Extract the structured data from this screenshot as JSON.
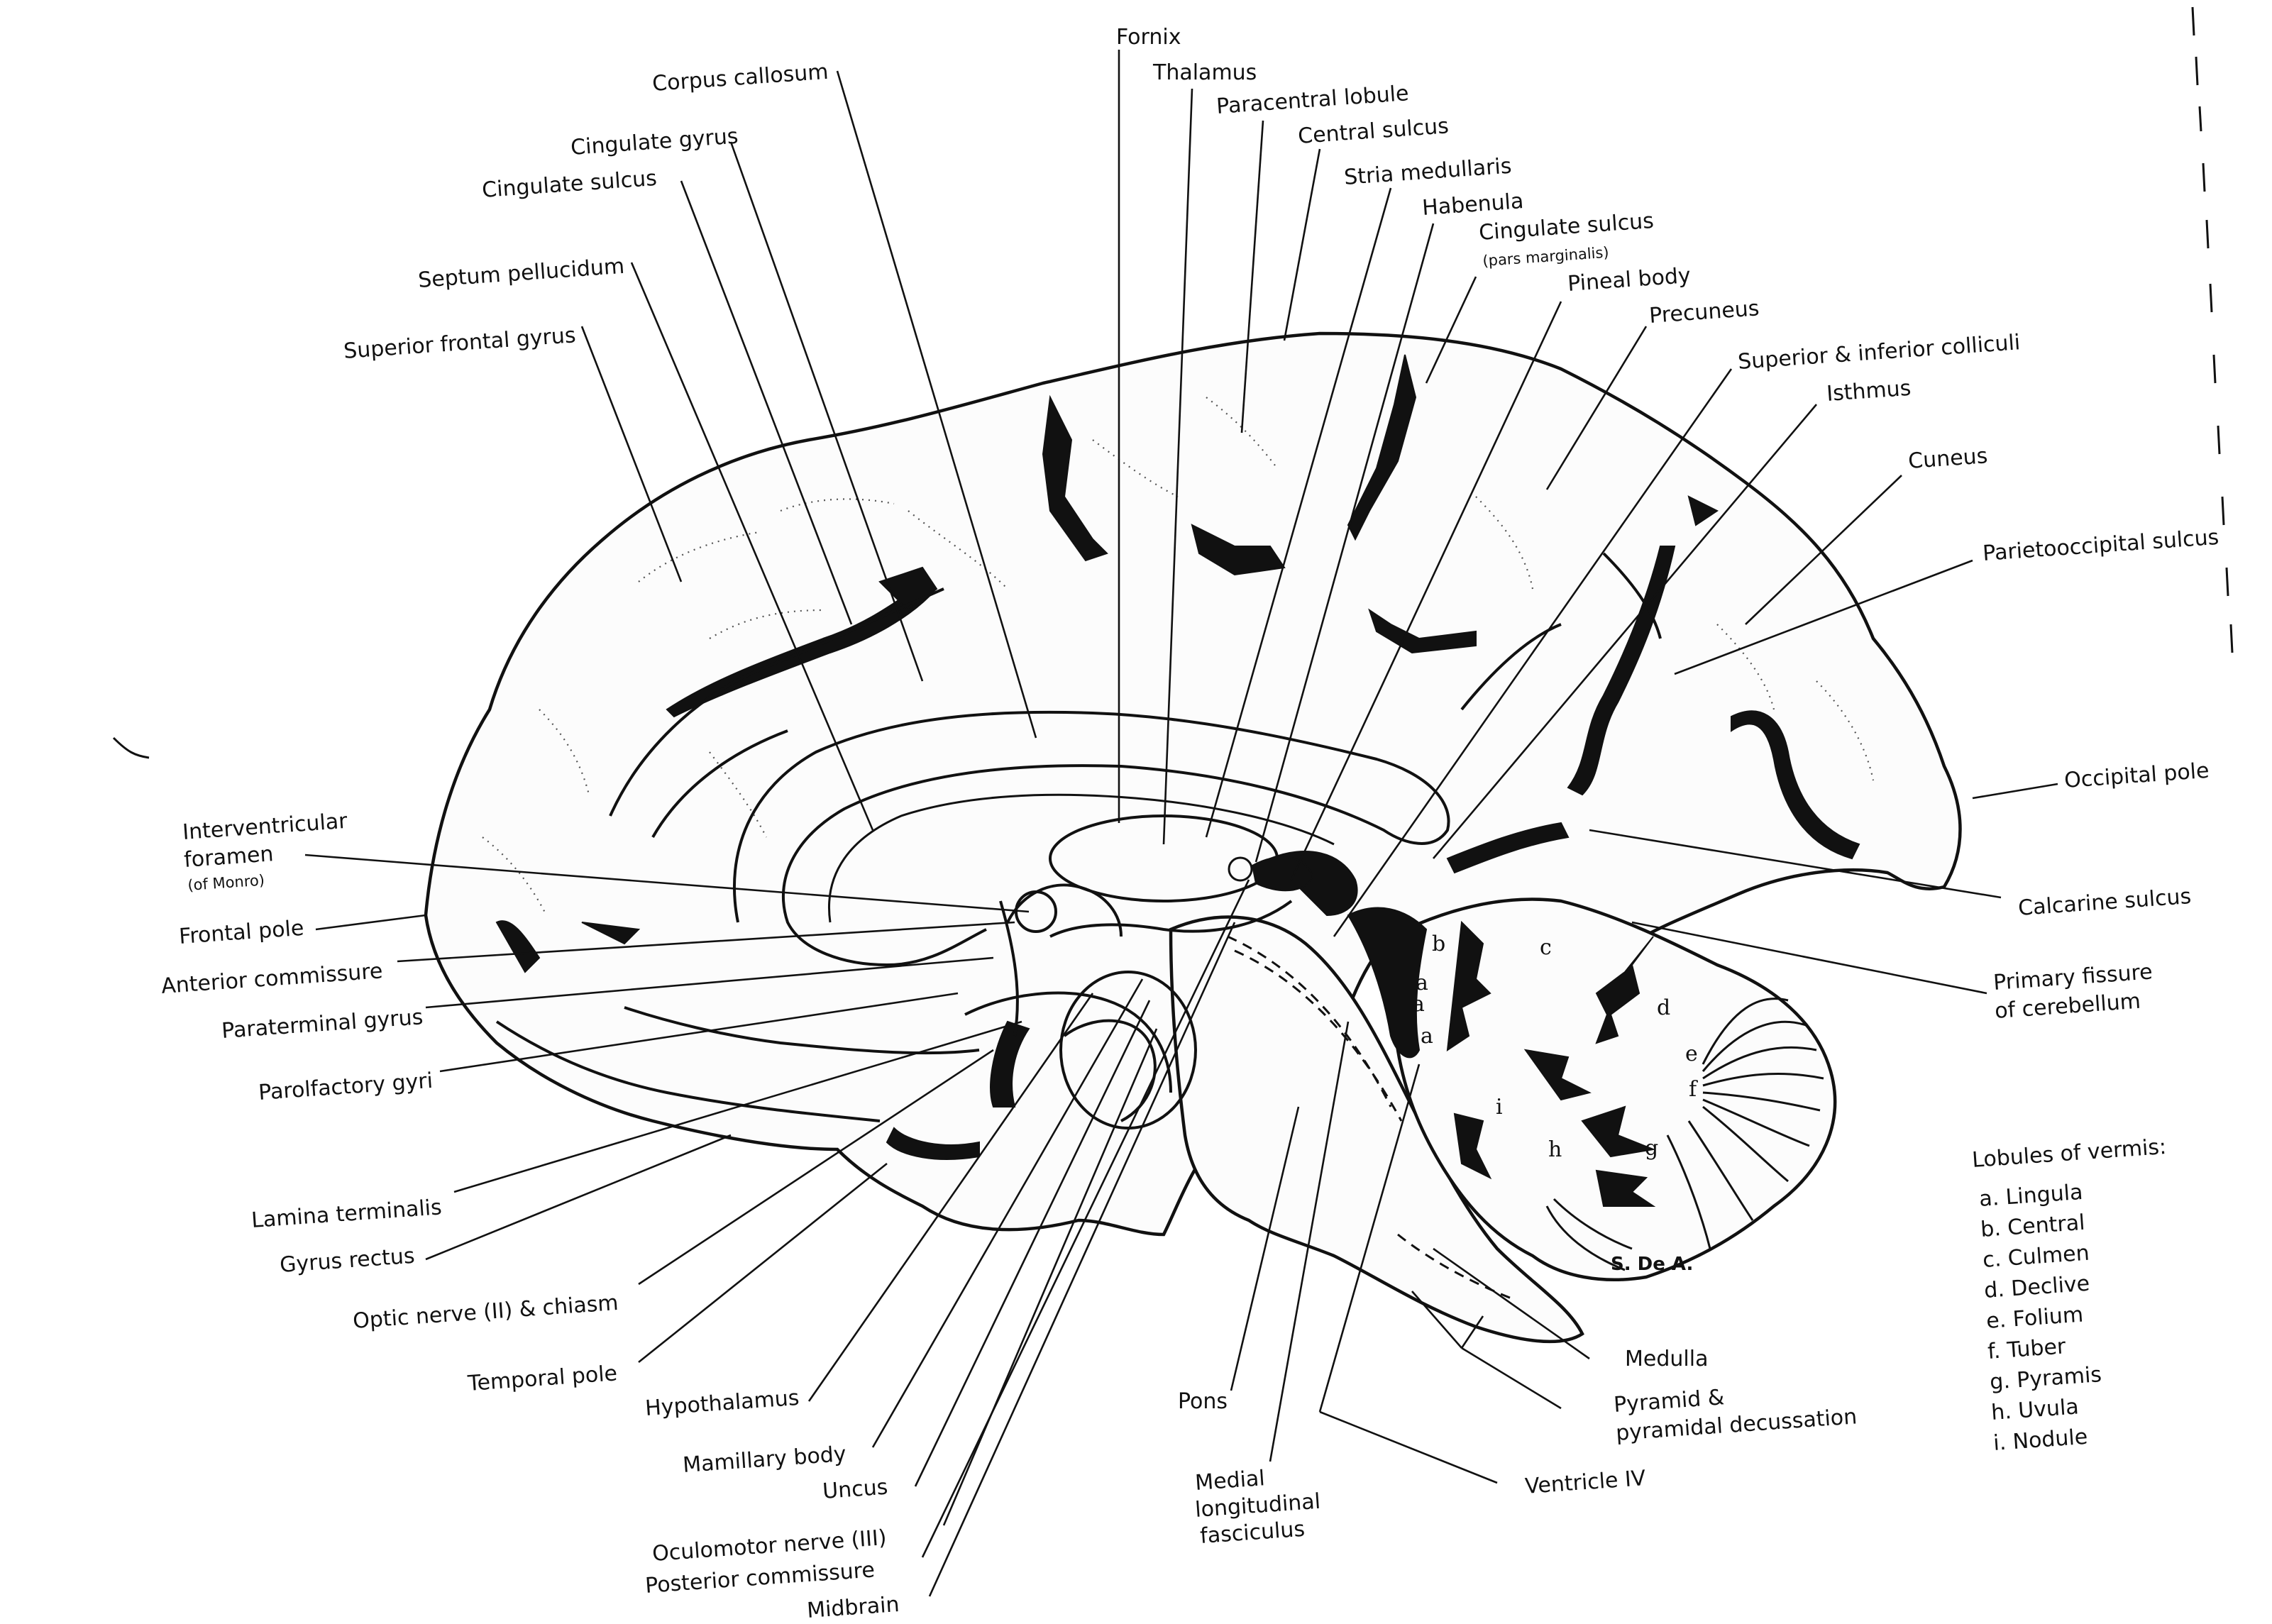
{
  "labels": {
    "fornix": "Fornix",
    "thalamus": "Thalamus",
    "paracentral_lobule": "Paracentral lobule",
    "central_sulcus": "Central sulcus",
    "stria_medullaris": "Stria medullaris",
    "habenula": "Habenula",
    "cingulate_sulcus_pm": "Cingulate sulcus",
    "pars_marginalis": "(pars marginalis)",
    "pineal_body": "Pineal body",
    "precuneus": "Precuneus",
    "colliculi": "Superior & inferior colliculi",
    "isthmus": "Isthmus",
    "cuneus": "Cuneus",
    "parietooccipital_sulcus": "Parietooccipital sulcus",
    "occipital_pole": "Occipital pole",
    "calcarine_sulcus": "Calcarine sulcus",
    "primary_fissure_1": "Primary fissure",
    "primary_fissure_2": "of cerebellum",
    "corpus_callosum": "Corpus callosum",
    "cingulate_gyrus": "Cingulate gyrus",
    "cingulate_sulcus": "Cingulate sulcus",
    "septum_pellucidum": "Septum pellucidum",
    "superior_frontal_gyrus": "Superior frontal gyrus",
    "interventricular_1": "Interventricular",
    "interventricular_2": "foramen",
    "interventricular_3": "(of Monro)",
    "frontal_pole": "Frontal pole",
    "anterior_commissure": "Anterior commissure",
    "paraterminal_gyrus": "Paraterminal gyrus",
    "parolfactory_gyri": "Parolfactory gyri",
    "lamina_terminalis": "Lamina terminalis",
    "gyrus_rectus": "Gyrus rectus",
    "optic_nerve": "Optic nerve (II) & chiasm",
    "temporal_pole": "Temporal pole",
    "hypothalamus": "Hypothalamus",
    "mamillary_body": "Mamillary body",
    "uncus": "Uncus",
    "oculomotor_nerve": "Oculomotor nerve (III)",
    "posterior_commissure": "Posterior commissure",
    "midbrain": "Midbrain",
    "pons": "Pons",
    "mlf_1": "Medial",
    "mlf_2": "longitudinal",
    "mlf_3": "fasciculus",
    "ventricle_iv": "Ventricle IV",
    "medulla": "Medulla",
    "pyramid_1": "Pyramid &",
    "pyramid_2": "pyramidal decussation"
  },
  "lobule_letters": [
    "a",
    "a",
    "a",
    "b",
    "c",
    "d",
    "e",
    "f",
    "g",
    "h",
    "i"
  ],
  "legend": {
    "title": "Lobules of vermis:",
    "items": [
      "a. Lingula",
      "b. Central",
      "c. Culmen",
      "d. Declive",
      "e. Folium",
      "f. Tuber",
      "g. Pyramis",
      "h. Uvula",
      "i. Nodule"
    ]
  },
  "signature": "S. De A."
}
